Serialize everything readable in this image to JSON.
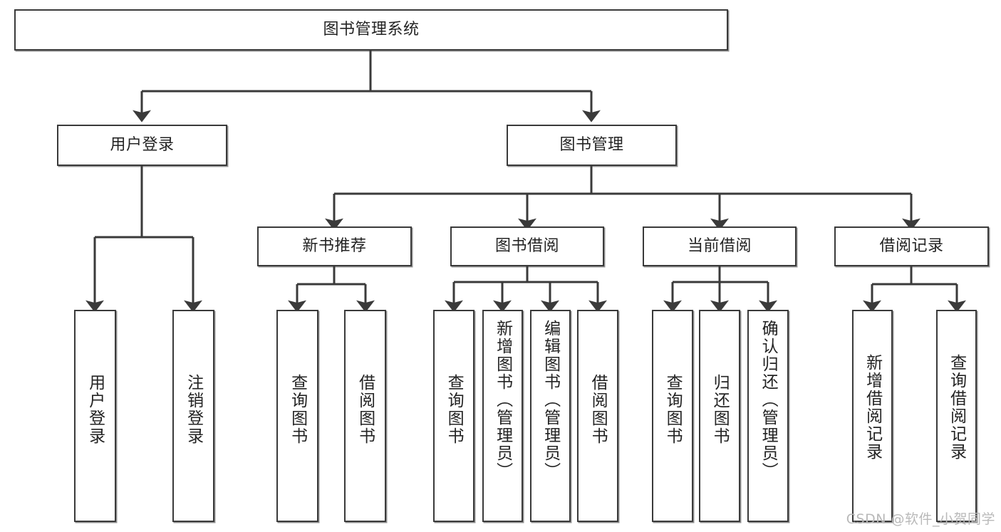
{
  "diagram": {
    "title": "图书管理系统",
    "type": "tree-hierarchy-diagram",
    "colors": {
      "box_border": "#3a3a3a",
      "box_fill": "#ffffff",
      "connector": "#3a3a3a",
      "text": "#232323",
      "watermark": "#b9b9b9",
      "background": "#ffffff"
    },
    "root": {
      "label": "图书管理系统"
    },
    "level2": [
      {
        "label": "用户登录"
      },
      {
        "label": "图书管理"
      }
    ],
    "level3": [
      {
        "label": "新书推荐"
      },
      {
        "label": "图书借阅"
      },
      {
        "label": "当前借阅"
      },
      {
        "label": "借阅记录"
      }
    ],
    "leaves": {
      "user_login": [
        {
          "label": "用户登录"
        },
        {
          "label": "注销登录"
        }
      ],
      "new_book_recommend": [
        {
          "label": "查询图书"
        },
        {
          "label": "借阅图书"
        }
      ],
      "book_borrow": [
        {
          "label": "查询图书"
        },
        {
          "label": "新增图书（管理员）"
        },
        {
          "label": "编辑图书（管理员）"
        },
        {
          "label": "借阅图书"
        }
      ],
      "current_borrow": [
        {
          "label": "查询图书"
        },
        {
          "label": "归还图书"
        },
        {
          "label": "确认归还（管理员）"
        }
      ],
      "borrow_record": [
        {
          "label": "新增借阅记录"
        },
        {
          "label": "查询借阅记录"
        }
      ]
    }
  },
  "watermark": {
    "text": "CSDN @软件_小贺同学"
  }
}
